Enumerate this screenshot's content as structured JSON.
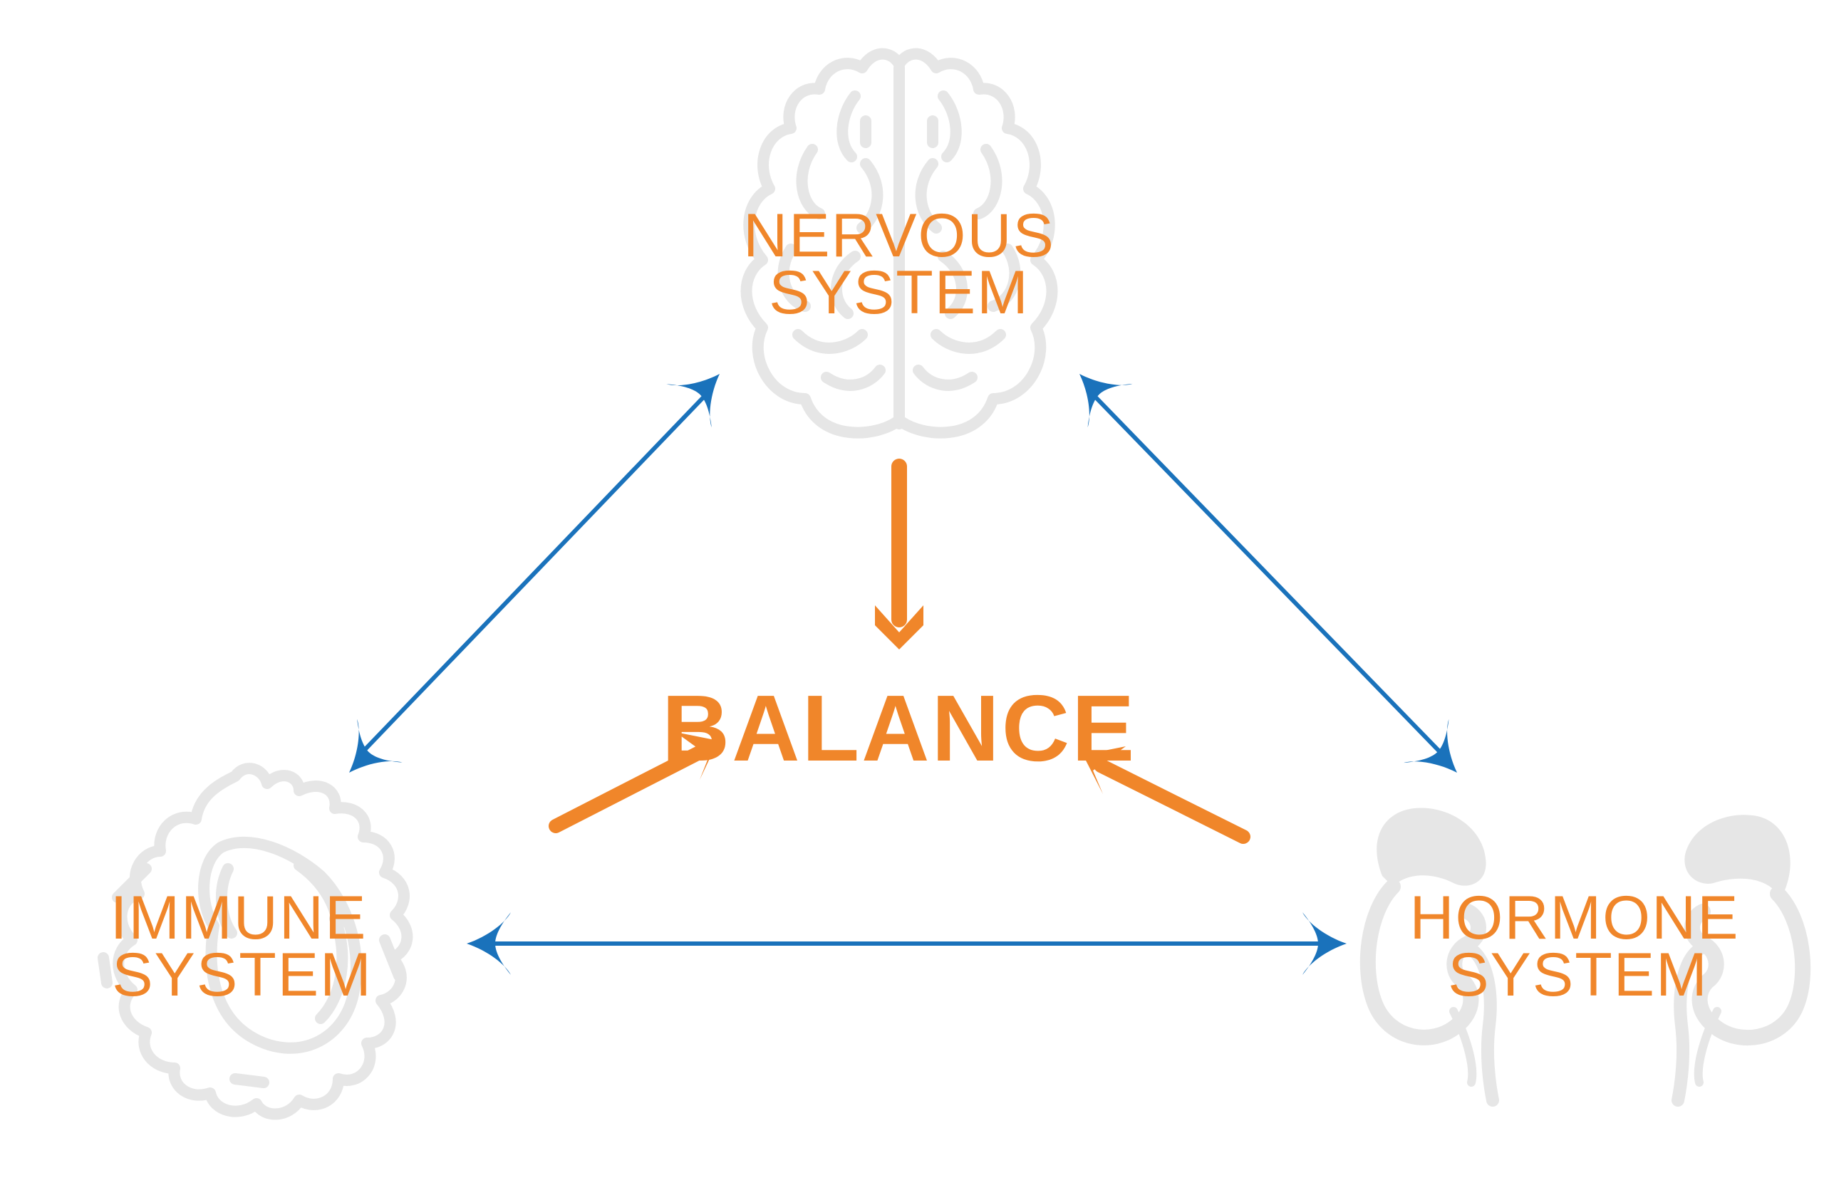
{
  "colors": {
    "accent_orange": "#F0862A",
    "link_blue": "#1A72BB",
    "icon_gray": "#E6E6E6",
    "background": "#FFFFFF"
  },
  "center": {
    "label": "BALANCE"
  },
  "nodes": {
    "nervous": {
      "line1": "NERVOUS",
      "line2": "SYSTEM",
      "icon": "brain-icon"
    },
    "immune": {
      "line1": "IMMUNE",
      "line2": "SYSTEM",
      "icon": "immune-cell-icon"
    },
    "hormone": {
      "line1": "HORMONE",
      "line2": "SYSTEM",
      "icon": "kidneys-icon"
    }
  }
}
